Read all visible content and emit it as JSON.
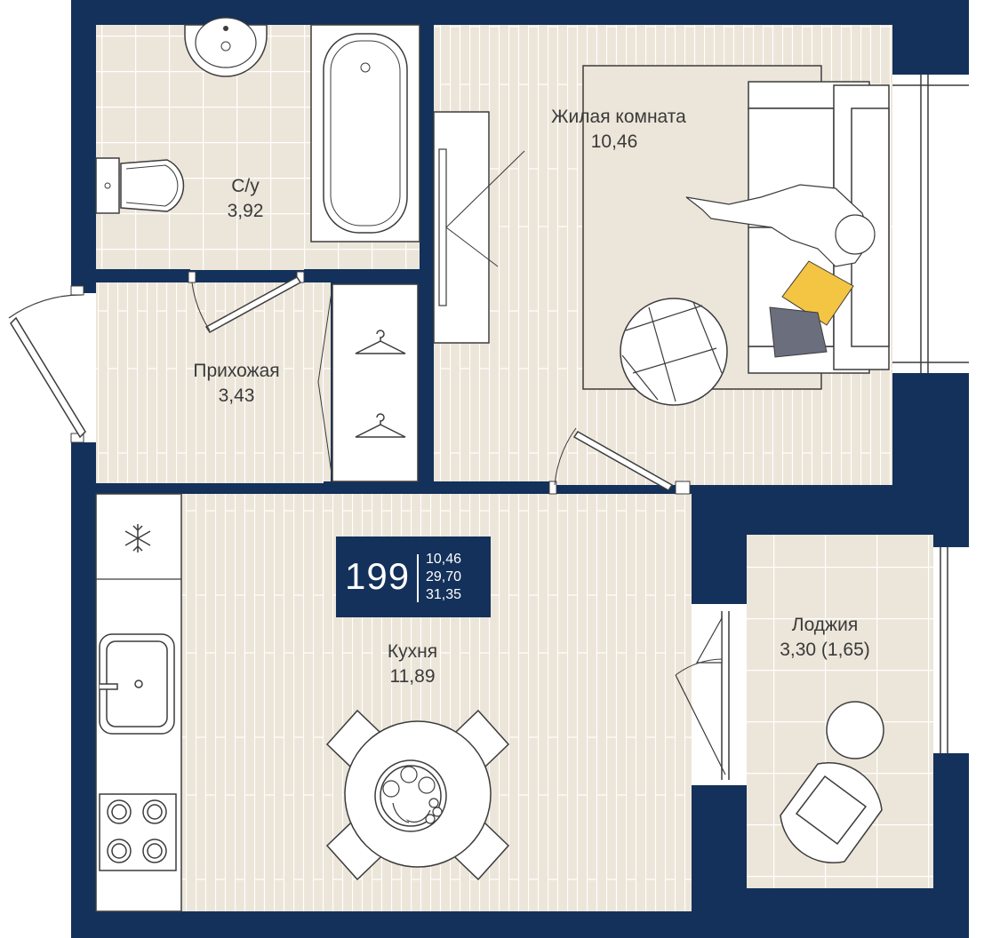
{
  "rooms": [
    {
      "id": "bathroom",
      "name": "С/у",
      "area": "3,92"
    },
    {
      "id": "living",
      "name": "Жилая комната",
      "area": "10,46"
    },
    {
      "id": "hall",
      "name": "Прихожая",
      "area": "3,43"
    },
    {
      "id": "kitchen",
      "name": "Кухня",
      "area": "11,89"
    },
    {
      "id": "loggia",
      "name": "Лоджия",
      "area": "3,30 (1,65)"
    }
  ],
  "unit_badge": {
    "number": "199",
    "areas": [
      "10,46",
      "29,70",
      "31,35"
    ]
  },
  "colors": {
    "wall": "#13315a",
    "floor": "#ece5d9",
    "tile_line": "#ffffff",
    "furniture_fill": "#ffffff",
    "furniture_stroke": "#3c3c3c",
    "pillow_yellow": "#f4c542",
    "pillow_grey": "#6b6e7c",
    "text": "#3a3a3a"
  },
  "icons": [
    "snowflake-icon",
    "hanger-icon"
  ]
}
